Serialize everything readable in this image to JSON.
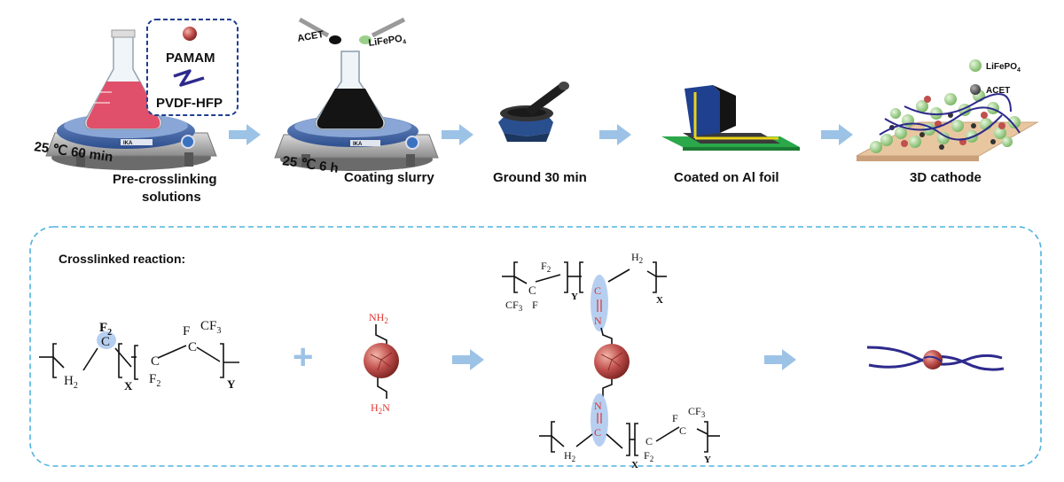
{
  "process": {
    "step1": {
      "caption_line1": "Pre-crosslinking",
      "caption_line2": "solutions",
      "condition": "25 ℃ 60 min",
      "legend_pamam": "PAMAM",
      "legend_pvdf": "PVDF-HFP",
      "stirrer_brand": "IKA"
    },
    "step2": {
      "caption": "Coating slurry",
      "condition": "25 ℃ 6 h",
      "pipette_left": "ACET",
      "pipette_right_base": "LiFePO",
      "pipette_right_sub": "4",
      "stirrer_brand": "IKA"
    },
    "step3": {
      "caption": "Ground 30 min"
    },
    "step4": {
      "caption": "Coated on Al foil"
    },
    "step5": {
      "caption": "3D cathode",
      "legend_lfp_base": "LiFePO",
      "legend_lfp_sub": "4",
      "legend_acet": "ACET"
    }
  },
  "reaction": {
    "title": "Crosslinked reaction:",
    "pvdf": {
      "c1": "C",
      "f2": "F",
      "f2_sub": "2",
      "h2": "H",
      "h2_sub": "2",
      "c2": "C",
      "f2b": "F",
      "f2b_sub": "2",
      "c3": "C",
      "f": "F",
      "cf3": "CF",
      "cf3_sub": "3",
      "x": "X",
      "y": "Y"
    },
    "pamam": {
      "nh2_top": "NH",
      "nh2_top_sub": "2",
      "h2n_bottom_h": "H",
      "h2n_bottom_sub": "2",
      "h2n_bottom_n": "N"
    },
    "product_top": {
      "h2": "H",
      "h2_sub": "2",
      "f2": "F",
      "f2_sub": "2",
      "c_mid": "C",
      "f": "F",
      "cf3": "CF",
      "cf3_sub": "3",
      "y": "Y",
      "x": "X",
      "c_imine": "C",
      "n_imine": "N"
    },
    "product_bottom": {
      "n_imine": "N",
      "c_imine": "C",
      "h2": "H",
      "h2_sub": "2",
      "x": "X",
      "f2": "F",
      "f2_sub": "2",
      "c_mid": "C",
      "f": "F",
      "cf3": "CF",
      "cf3_sub": "3",
      "y": "Y"
    },
    "plus": "+"
  },
  "colors": {
    "arrow": "#9cc3e6",
    "dashed_frame": "#4fb3e0",
    "legend_frame": "#1f3f8f",
    "pamam_sphere": "#c0504d",
    "polymer_chain": "#2e2a8c",
    "lfp_particle": "#9bd08a",
    "acet_particle": "#555555",
    "highlight": "#a9c7ee",
    "amine_text": "#e0322c",
    "foil": "#2aa84a"
  }
}
